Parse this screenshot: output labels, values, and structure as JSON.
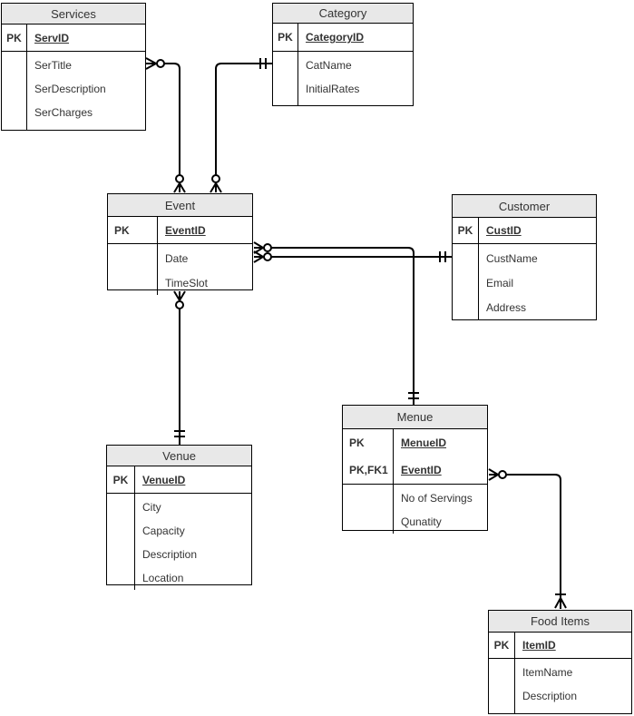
{
  "colors": {
    "header_bg": "#e8e8e8",
    "border": "#000000",
    "relationship_line": "#000000",
    "text": "#333333"
  },
  "entities": {
    "services": {
      "title": "Services",
      "keys": [
        {
          "label": "PK",
          "name": "ServID"
        }
      ],
      "attributes": [
        "SerTitle",
        "SerDescription",
        "SerCharges"
      ]
    },
    "category": {
      "title": "Category",
      "keys": [
        {
          "label": "PK",
          "name": "CategoryID"
        }
      ],
      "attributes": [
        "CatName",
        "InitialRates"
      ]
    },
    "event": {
      "title": "Event",
      "keys": [
        {
          "label": "PK",
          "name": "EventID"
        }
      ],
      "attributes": [
        "Date",
        "TimeSlot"
      ]
    },
    "customer": {
      "title": "Customer",
      "keys": [
        {
          "label": "PK",
          "name": "CustID"
        }
      ],
      "attributes": [
        "CustName",
        "Email",
        "Address"
      ]
    },
    "menue": {
      "title": "Menue",
      "keys": [
        {
          "label": "PK",
          "name": "MenueID"
        },
        {
          "label": "PK,FK1",
          "name": "EventID"
        }
      ],
      "attributes": [
        "No of Servings",
        "Qunatity"
      ]
    },
    "venue": {
      "title": "Venue",
      "keys": [
        {
          "label": "PK",
          "name": "VenueID"
        }
      ],
      "attributes": [
        "City",
        "Capacity",
        "Description",
        "Location"
      ]
    },
    "food_items": {
      "title": "Food Items",
      "keys": [
        {
          "label": "PK",
          "name": "ItemID"
        }
      ],
      "attributes": [
        "ItemName",
        "Description"
      ]
    }
  },
  "relationships": [
    {
      "from": "Services",
      "to": "Event",
      "from_cardinality": "zero-or-many",
      "to_cardinality": "zero-or-many"
    },
    {
      "from": "Category",
      "to": "Event",
      "from_cardinality": "one-and-only-one",
      "to_cardinality": "zero-or-many"
    },
    {
      "from": "Event",
      "to": "Customer",
      "from_cardinality": "zero-or-many",
      "to_cardinality": "one-and-only-one"
    },
    {
      "from": "Event",
      "to": "Menue",
      "from_cardinality": "zero-or-many",
      "to_cardinality": "one-and-only-one"
    },
    {
      "from": "Event",
      "to": "Venue",
      "from_cardinality": "zero-or-many",
      "to_cardinality": "one-and-only-one"
    },
    {
      "from": "Menue",
      "to": "Food Items",
      "from_cardinality": "zero-or-many",
      "to_cardinality": "one-or-many"
    }
  ]
}
